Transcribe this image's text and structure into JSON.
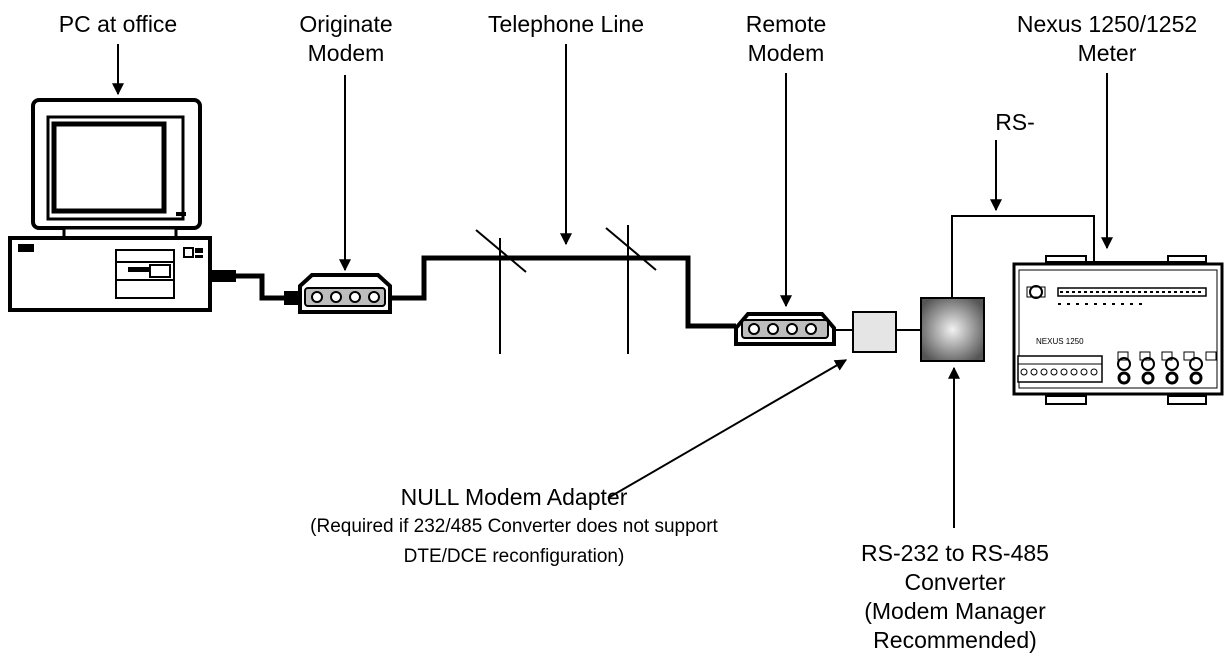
{
  "labels": {
    "pc": "PC at office",
    "originate_modem": [
      "Originate",
      "Modem"
    ],
    "telephone_line": "Telephone Line",
    "remote_modem": [
      "Remote",
      "Modem"
    ],
    "meter": [
      "Nexus 1250/1252",
      "Meter"
    ],
    "rs_bus": "RS-",
    "null_adapter": [
      "NULL Modem Adapter",
      "(Required if 232/485 Converter does not support",
      "DTE/DCE reconfiguration)"
    ],
    "converter": [
      "RS-232 to RS-485",
      "Converter",
      "(Modem Manager",
      "Recommended)"
    ],
    "meter_model": "NEXUS 1250"
  }
}
